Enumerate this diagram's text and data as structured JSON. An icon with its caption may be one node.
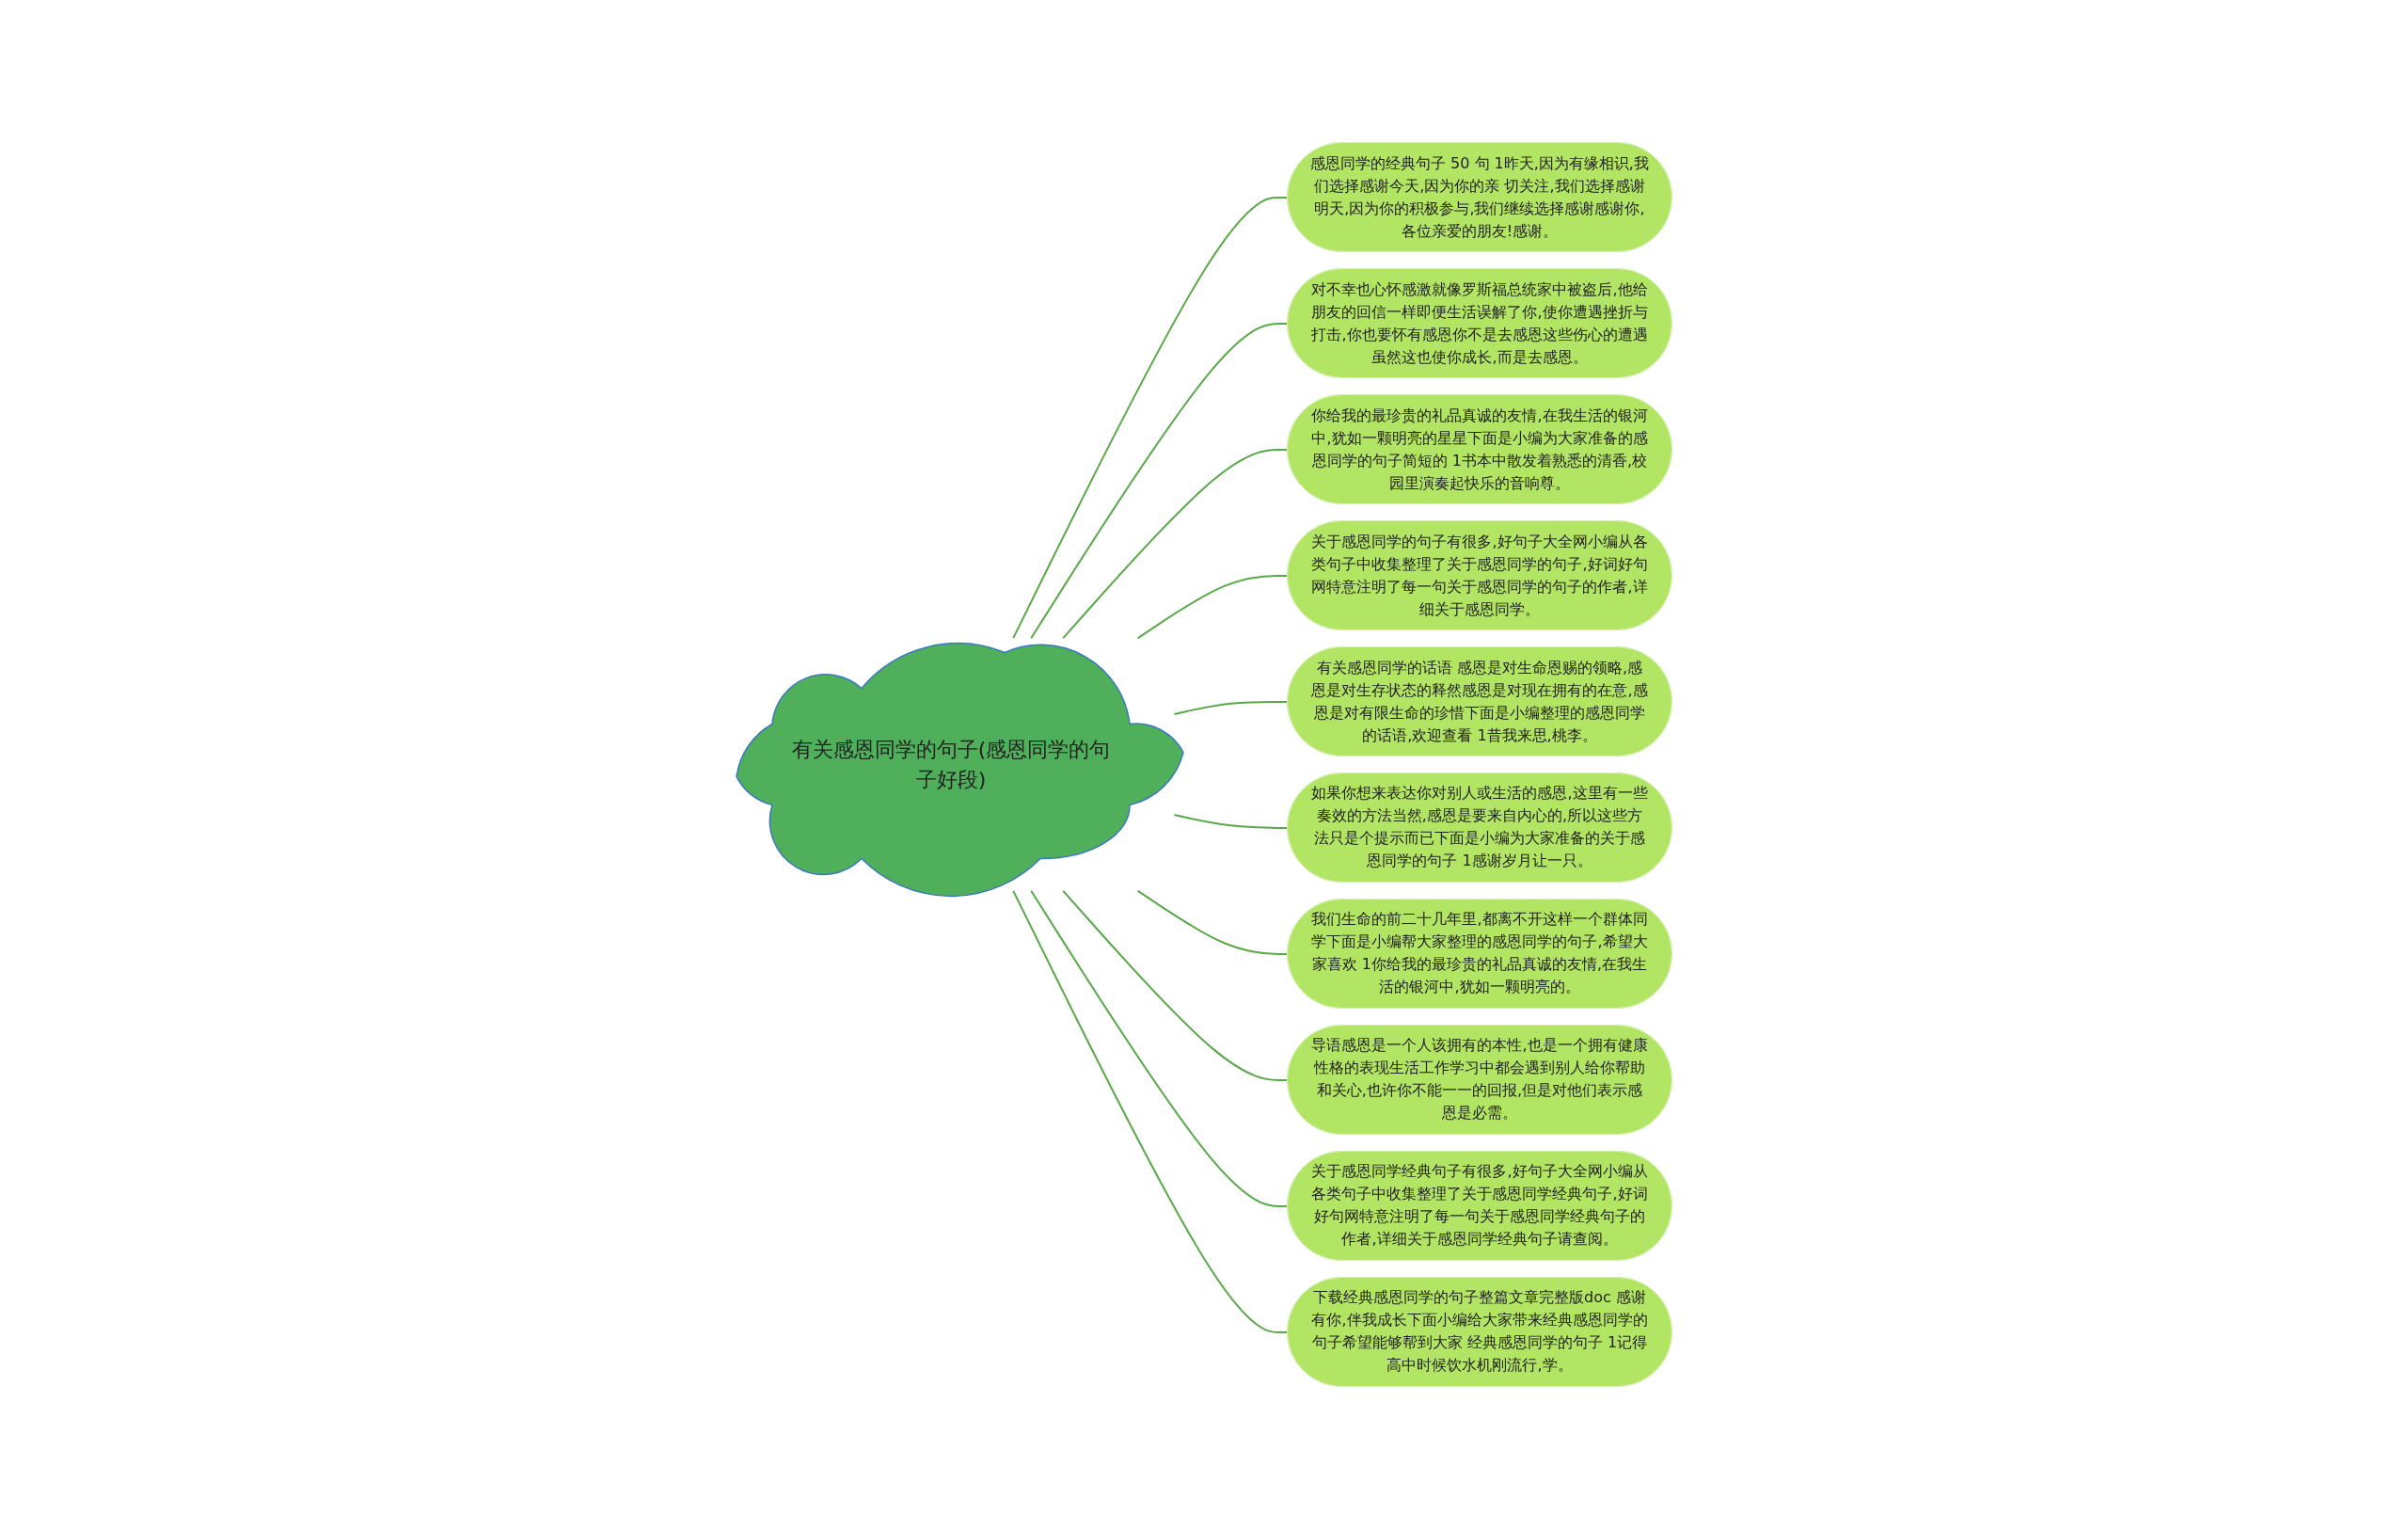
{
  "diagram": {
    "nodes": [
      {
        "text": [
          "有关感恩同学的句子(感恩同学的句子好段)"
        ]
      },
      {
        "text": [
          "感恩同学的经典句子 50 句 1昨天,因为有缘相识,我们选择感谢今天,因为你的亲 切关注,我们选择感谢明天,因为你的积极参与,我们继续选择感谢感谢你,各位亲爱的朋友!感谢。"
        ]
      },
      {
        "text": [
          "对不幸也心怀感激就像罗斯福总统家中被盗后,他给朋友的回信一样即便生活误解了你,使你遭遇挫折与打击,你也要怀有感恩你不是去感恩这些伤心的遭遇虽然这也使你成长,而是去感恩。"
        ]
      },
      {
        "text": [
          "你给我的最珍贵的礼品真诚的友情,在我生活的银河中,犹如一颗明亮的星星下面是小编为大家准备的感恩同学的句子简短的 1书本中散发着熟悉的清香,校园里演奏起快乐的音响尊。"
        ]
      },
      {
        "text": [
          "关于感恩同学的句子有很多,好句子大全网小编从各类句子中收集整理了关于感恩同学的句子,好词好句网特意注明了每一句关于感恩同学的句子的作者,详细关于感恩同学。"
        ]
      },
      {
        "text": [
          "有关感恩同学的话语 感恩是对生命恩赐的领略,感恩是对生存状态的释然感恩是对现在拥有的在意,感恩是对有限生命的珍惜下面是小编整理的感恩同学的话语,欢迎查看 1昔我来思,桃李。"
        ]
      },
      {
        "text": [
          "如果你想来表达你对别人或生活的感恩,这里有一些奏效的方法当然,感恩是要来自内心的,所以这些方法只是个提示而已下面是小编为大家准备的关于感恩同学的句子 1感谢岁月让一只。"
        ]
      },
      {
        "text": [
          "我们生命的前二十几年里,都离不开这样一个群体同学下面是小编帮大家整理的感恩同学的句子,希望大家喜欢 1你给我的最珍贵的礼品真诚的友情,在我生活的银河中,犹如一颗明亮的。"
        ]
      },
      {
        "text": [
          "导语感恩是一个人该拥有的本性,也是一个拥有健康性格的表现生活工作学习中都会遇到别人给你帮助和关心,也许你不能一一的回报,但是对他们表示感恩是必需。"
        ]
      },
      {
        "text": [
          "关于感恩同学经典句子有很多,好句子大全网小编从各类句子中收集整理了关于感恩同学经典句子,好词好句网特意注明了每一句关于感恩同学经典句子的作者,详细关于感恩同学经典句子请查阅。"
        ]
      },
      {
        "text": [
          "下载经典感恩同学的句子整篇文章完整版doc 感谢有你,伴我成长下面小编给大家带来经典感恩同学的句子希望能够帮到大家 经典感恩同学的句子 1记得高中时候饮水机刚流行,学。"
        ]
      }
    ],
    "edges": [
      {
        "from": 0,
        "to": 1,
        "arrow": "none"
      },
      {
        "from": 0,
        "to": 2,
        "arrow": "none"
      },
      {
        "from": 0,
        "to": 3,
        "arrow": "none"
      },
      {
        "from": 0,
        "to": 4,
        "arrow": "none"
      },
      {
        "from": 0,
        "to": 5,
        "arrow": "none"
      },
      {
        "from": 0,
        "to": 6,
        "arrow": "none"
      },
      {
        "from": 0,
        "to": 7,
        "arrow": "none"
      },
      {
        "from": 0,
        "to": 8,
        "arrow": "none"
      },
      {
        "from": 0,
        "to": 9,
        "arrow": "none"
      },
      {
        "from": 0,
        "to": 10,
        "arrow": "none"
      }
    ]
  }
}
